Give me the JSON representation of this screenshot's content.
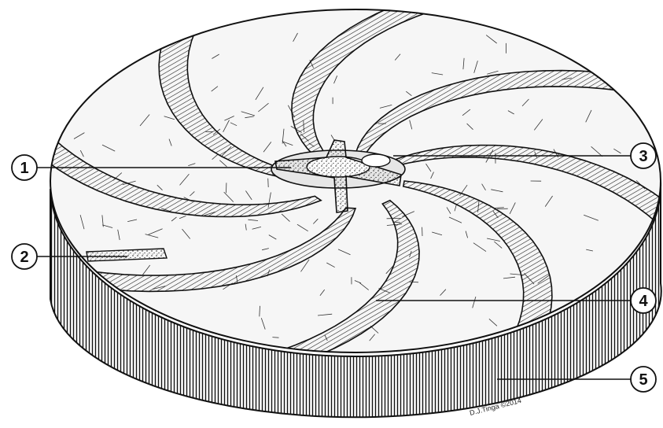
{
  "figure": {
    "subject": "millstone-illustration",
    "colors": {
      "ink": "#111111",
      "paper": "#ffffff",
      "stone_top": "#f4f4f4",
      "rind": "#ececec"
    }
  },
  "callouts": [
    {
      "id": "1",
      "label": "1"
    },
    {
      "id": "2",
      "label": "2"
    },
    {
      "id": "3",
      "label": "3"
    },
    {
      "id": "4",
      "label": "4"
    },
    {
      "id": "5",
      "label": "5"
    }
  ],
  "signature": "D.J.Tinga ©2014"
}
